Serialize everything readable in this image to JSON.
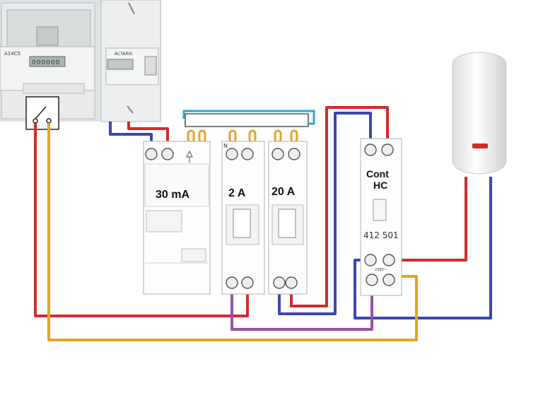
{
  "meter": {
    "left_label": "A14C5",
    "right_label": "ACTARIS",
    "display_digits": "000000"
  },
  "breakers": {
    "rcd_rating": "30 mA",
    "breaker_1_rating": "2 A",
    "breaker_2_rating": "20 A",
    "neutral_mark": "N"
  },
  "contactor": {
    "title_line1": "Cont",
    "title_line2": "HC",
    "reference": "412 501",
    "voltage": "230V~"
  },
  "colors": {
    "phase": "#d42a2a",
    "neutral": "#3a46b0",
    "control": "#e3a32c",
    "return": "#9b4fa8",
    "busbar": "#2fa8d0"
  },
  "icons": [
    "switch-icon",
    "water-heater-icon",
    "screw-terminal-icon",
    "arrow-up-icon"
  ]
}
